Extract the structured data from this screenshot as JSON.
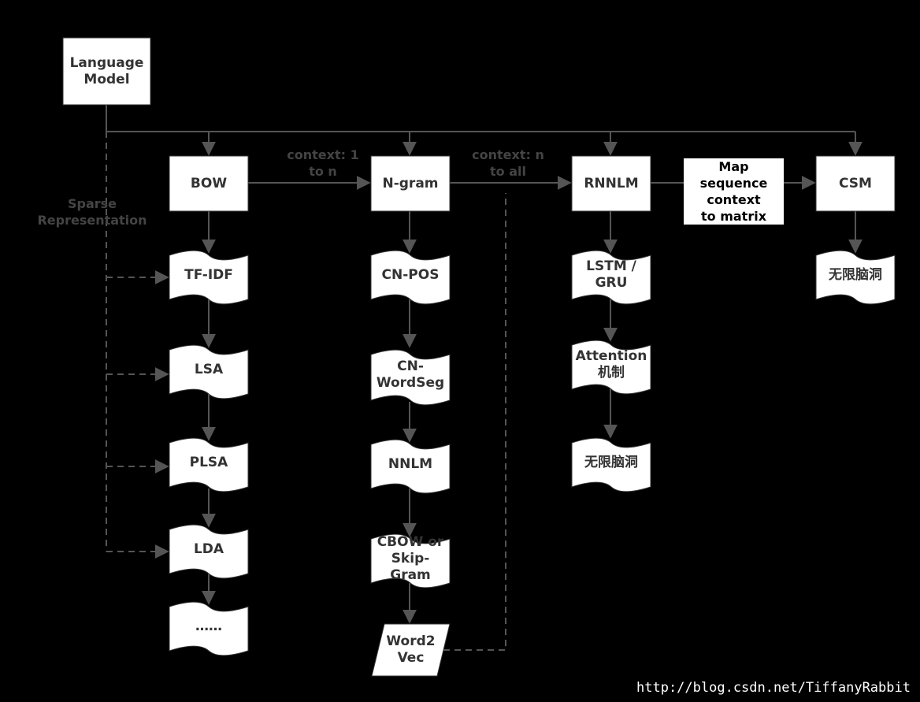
{
  "nodes": {
    "language_model": "Language\nModel",
    "bow": "BOW",
    "ngram": "N-gram",
    "rnnlm": "RNNLM",
    "csm": "CSM",
    "tfidf": "TF-IDF",
    "lsa": "LSA",
    "plsa": "PLSA",
    "lda": "LDA",
    "more": "……",
    "cnpos": "CN-POS",
    "cnwordseg": "CN-\nWordSeg",
    "nnlm": "NNLM",
    "cbow": "CBOW or\nSkip-Gram",
    "word2vec": "Word2\nVec",
    "lstm": "LSTM /\nGRU",
    "attention": "Attention\n机制",
    "infinite_rnn": "无限脑洞",
    "infinite_csm": "无限脑洞"
  },
  "labels": {
    "sparse": "Sparse\nRepresentation",
    "context_1_to_n": "context: 1\nto n",
    "context_n_to_all": "context: n\nto all",
    "map_sequence": "Map sequence\ncontext\nto matrix"
  },
  "watermark": "http://blog.csdn.net/TiffanyRabbit",
  "colors": {
    "background": "#000000",
    "shape_fill": "#ffffff",
    "line": "#555555"
  }
}
